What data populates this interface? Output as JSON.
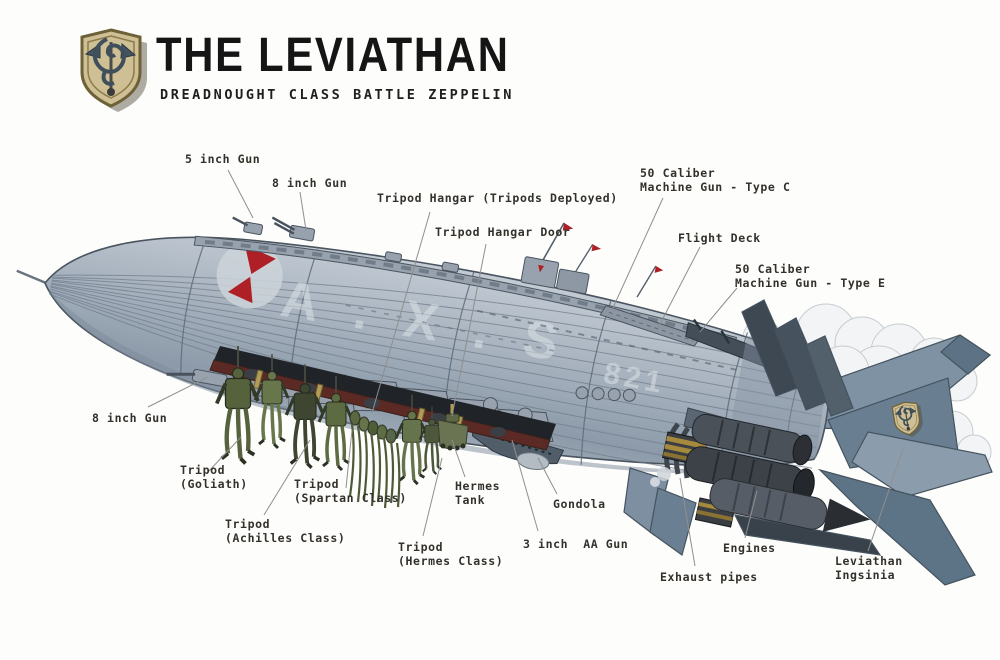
{
  "header": {
    "title": "THE LEVIATHAN",
    "subtitle": "DREADNOUGHT CLASS BATTLE ZEPPELIN",
    "crest": "dragon-and-sword-shield-crest"
  },
  "illustration": {
    "subject": "Side view concept illustration of a dreadnought class battle zeppelin",
    "hull_marking": "A.X.S",
    "tail_number": "821",
    "nose_roundel": "red-hourglass-roundel",
    "tail_crest": "dragon-and-sword-shield-crest",
    "visible_features": [
      "ribbed gas envelope",
      "open tripod hangar with deployed green tripods",
      "conning tower with signal masts and flags",
      "flight deck",
      "engine cluster with exhaust pipes and smoke",
      "tail fins",
      "ventral gondola",
      "gun turrets"
    ]
  },
  "callouts": [
    {
      "id": "five-inch-gun",
      "text": "5 inch Gun"
    },
    {
      "id": "eight-inch-gun-top",
      "text": "8 inch Gun"
    },
    {
      "id": "tripod-hangar-deployed",
      "text": "Tripod Hangar (Tripods Deployed)"
    },
    {
      "id": "tripod-hangar-door",
      "text": "Tripod Hangar Door"
    },
    {
      "id": "fifty-cal-type-c",
      "text": "50 Caliber\nMachine Gun - Type C"
    },
    {
      "id": "flight-deck",
      "text": "Flight Deck"
    },
    {
      "id": "fifty-cal-type-e",
      "text": "50 Caliber\nMachine Gun - Type E"
    },
    {
      "id": "eight-inch-gun-port",
      "text": "8 inch Gun"
    },
    {
      "id": "tripod-goliath",
      "text": "Tripod\n(Goliath)"
    },
    {
      "id": "tripod-spartan",
      "text": "Tripod\n(Spartan Class)"
    },
    {
      "id": "tripod-achilles",
      "text": "Tripod\n(Achilles Class)"
    },
    {
      "id": "tripod-hermes",
      "text": "Tripod\n(Hermes Class)"
    },
    {
      "id": "hermes-tank",
      "text": "Hermes\nTank"
    },
    {
      "id": "gondola",
      "text": "Gondola"
    },
    {
      "id": "three-inch-aa-gun",
      "text": "3 inch  AA Gun"
    },
    {
      "id": "exhaust-pipes",
      "text": "Exhaust pipes"
    },
    {
      "id": "engines",
      "text": "Engines"
    },
    {
      "id": "leviathan-insignia",
      "text": "Leviathan\nIngsinia"
    }
  ],
  "theme": {
    "page-bg": "#fdfdfc",
    "label-ink": "#34312b",
    "leader": "#8f8f8f",
    "hull": "#a8b3bf",
    "hull-line": "#6f7c8b",
    "accent-red": "#ae2025",
    "tripod-green": "#5c6942",
    "hangar-red": "#5c2a24",
    "support-gold": "#b09c54",
    "crest-gold": "#cec094",
    "cloud": "#f2f4f5"
  }
}
